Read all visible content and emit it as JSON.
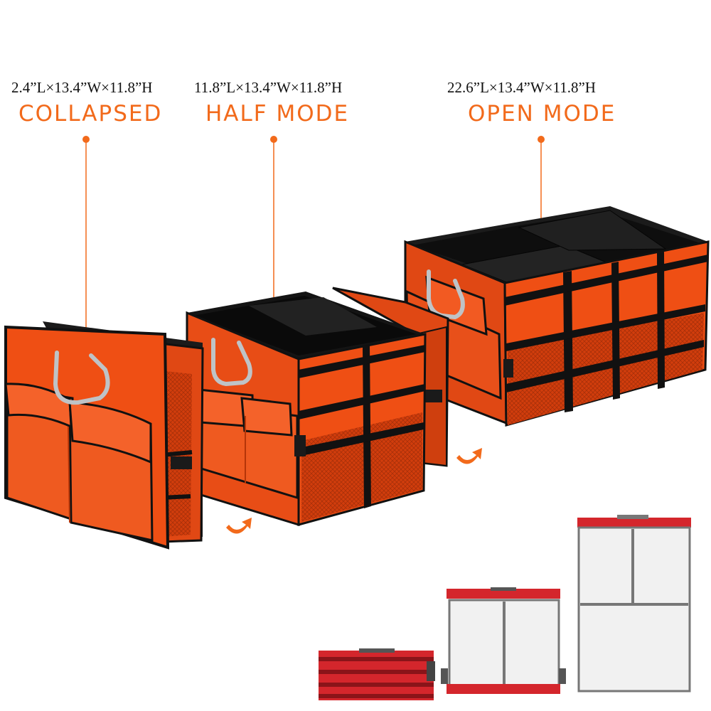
{
  "colors": {
    "accent": "#f26a1b",
    "fabric": "#ef4f14",
    "fabric_dark": "#c93a0a",
    "trim": "#111111",
    "diagram_red": "#d4262c",
    "diagram_panel": "#f1f1f1"
  },
  "modes": [
    {
      "id": "collapsed",
      "dimensions": "2.4”L×13.4”W×11.8”H",
      "label": "COLLAPSED"
    },
    {
      "id": "half",
      "dimensions": "11.8”L×13.4”W×11.8”H",
      "label": "HALF MODE"
    },
    {
      "id": "open",
      "dimensions": "22.6”L×13.4”W×11.8”H",
      "label": "OPEN MODE"
    }
  ],
  "icons": [
    "curved-arrow-icon",
    "metal-handle-icon",
    "buckle-icon"
  ]
}
